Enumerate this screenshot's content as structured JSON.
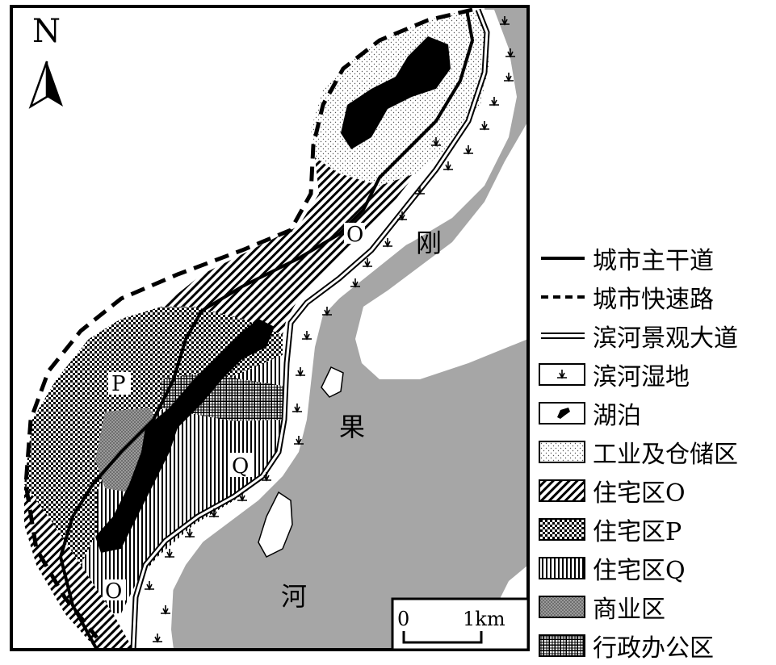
{
  "map": {
    "north_label": "N",
    "labels": {
      "river_gang": "刚",
      "river_guo": "果",
      "river_he": "河",
      "zone_o_upper": "O",
      "zone_o_lower": "O",
      "zone_p": "P",
      "zone_q": "Q"
    },
    "scale": {
      "start": "0",
      "end": "1km"
    }
  },
  "legend": [
    {
      "key": "main_road",
      "label": "城市主干道"
    },
    {
      "key": "expressway",
      "label": "城市快速路"
    },
    {
      "key": "riverside_avenue",
      "label": "滨河景观大道"
    },
    {
      "key": "wetland",
      "label": "滨河湿地"
    },
    {
      "key": "lake",
      "label": "湖泊"
    },
    {
      "key": "industrial",
      "label": "工业及仓储区"
    },
    {
      "key": "residential_o",
      "label": "住宅区O"
    },
    {
      "key": "residential_p",
      "label": "住宅区P"
    },
    {
      "key": "residential_q",
      "label": "住宅区Q"
    },
    {
      "key": "commercial",
      "label": "商业区"
    },
    {
      "key": "administrative",
      "label": "行政办公区"
    }
  ],
  "colors": {
    "river": "#a6a6a6",
    "lake": "#000000",
    "commercial": "#8c8c8c",
    "background": "#ffffff"
  }
}
